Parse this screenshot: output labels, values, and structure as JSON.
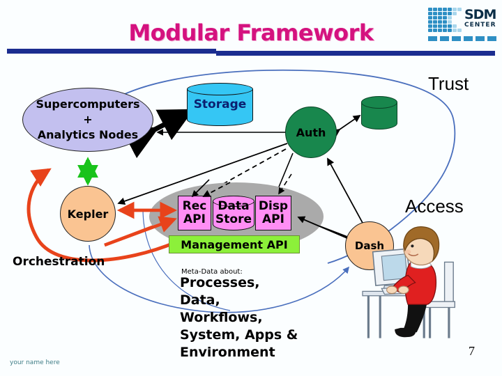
{
  "slide": {
    "title": "Modular Framework",
    "page_number": "7",
    "footer_note": "your name here",
    "title_color": "#d4127f",
    "rule_color": "#1b2d90"
  },
  "logo": {
    "name": "sdm-center-logo",
    "primary": "SDM",
    "secondary": "CENTER",
    "color": "#2e8fc4"
  },
  "nodes": {
    "supercomputers": {
      "label": "Supercomputers\n+\nAnalytics Nodes",
      "color": "#c3c0ef"
    },
    "kepler": {
      "label": "Kepler",
      "color": "#fac492"
    },
    "auth": {
      "label": "Auth",
      "color": "#18874d"
    },
    "dash": {
      "label": "Dash",
      "color": "#fac492"
    },
    "storage": {
      "label": "Storage",
      "color": "#35c6f4"
    },
    "trust_store": {
      "label": "",
      "color": "#18874d"
    }
  },
  "metadata_cluster": {
    "ellipse_color": "#aaaaaa",
    "rec_api": "Rec\nAPI",
    "data_store": "Data\nStore",
    "disp_api": "Disp\nAPI",
    "management_api": "Management  API",
    "api_color": "#ff8ef4",
    "management_color": "#8cf03a"
  },
  "labels": {
    "trust": "Trust",
    "access": "Access",
    "orchestration": "Orchestration",
    "meta_heading": "Meta-Data about:",
    "meta_body": "Processes,\nData,\nWorkflows,\nSystem, Apps &\nEnvironment"
  },
  "arrow_colors": {
    "black": "#000000",
    "red": "#e8431b",
    "green": "#19c31b",
    "blue": "#4a6fbd"
  }
}
